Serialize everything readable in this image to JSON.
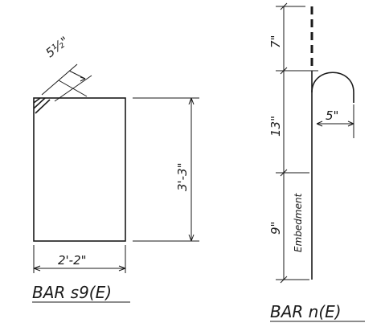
{
  "bar_s9": {
    "title": "BAR s9(E)",
    "dim_width": "2'-2\"",
    "dim_height": "3'-3\"",
    "dim_hook": "5½\""
  },
  "bar_n": {
    "title": "BAR n(E)",
    "dim_top": "7\"",
    "dim_middle": "13\"",
    "dim_bottom": "9\"",
    "dim_hook": "5\"",
    "embedment_label": "Embedment"
  }
}
